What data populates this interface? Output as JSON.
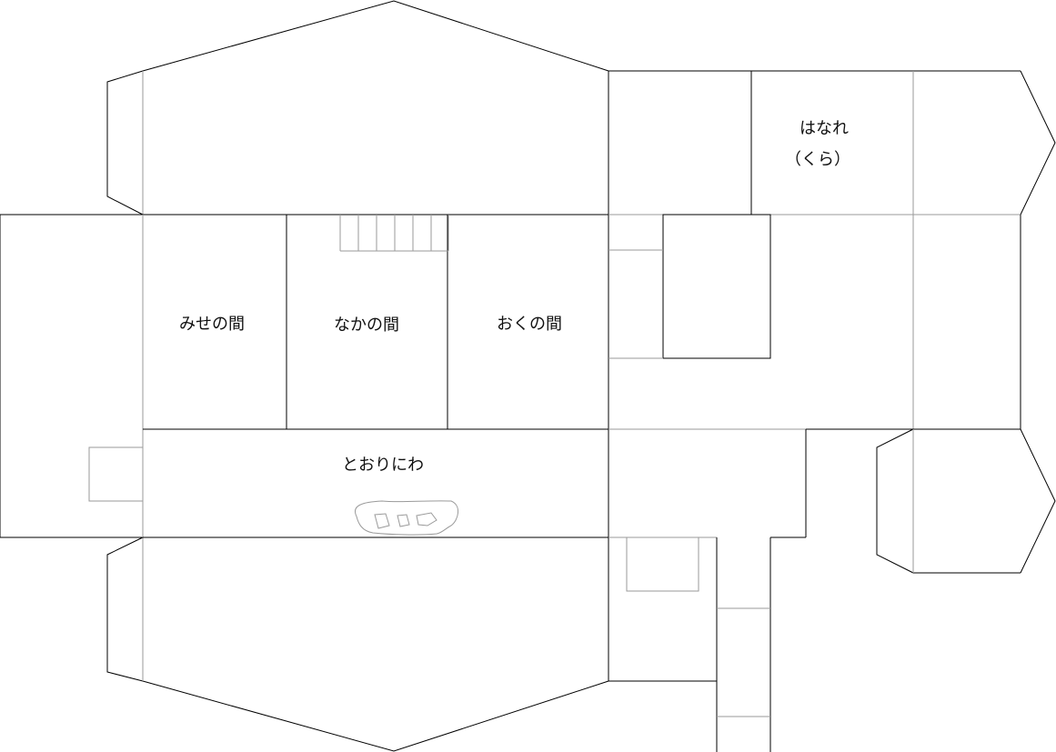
{
  "rooms": {
    "mise": "みせの間",
    "naka": "なかの間",
    "oku": "おくの間",
    "toorizawa": "とおりにわ",
    "hanare_line1": "はなれ",
    "hanare_line2": "（くら）"
  },
  "colors": {
    "outline": "#000000",
    "inner": "#9a9a9a"
  }
}
